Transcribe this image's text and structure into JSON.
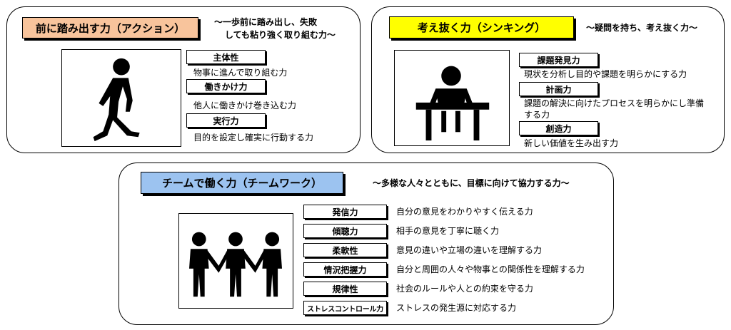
{
  "colors": {
    "action": "#f8c49c",
    "thinking": "#ffff00",
    "teamwork": "#9cc3f0"
  },
  "action": {
    "title": "前に踏み出す力（アクション）",
    "tagline_line1": "～一歩前に踏み出し、失敗",
    "tagline_line2": "しても粘り強く取り組む力～",
    "skills": [
      {
        "name": "主体性",
        "desc": "物事に進んで取り組む力"
      },
      {
        "name": "働きかけ力",
        "desc": "他人に働きかけ巻き込む力"
      },
      {
        "name": "実行力",
        "desc": "目的を設定し確実に行動する力"
      }
    ]
  },
  "thinking": {
    "title": "考え抜く力（シンキング）",
    "tagline": "～疑問を持ち、考え抜く力～",
    "skills": [
      {
        "name": "課題発見力",
        "desc": "現状を分析し目的や課題を明らかにする力"
      },
      {
        "name": "計画力",
        "desc_line1": "課題の解決に向けたプロセスを明らかにし準備",
        "desc_line2": "する力"
      },
      {
        "name": "創造力",
        "desc": "新しい価値を生み出す力"
      }
    ]
  },
  "teamwork": {
    "title": "チームで働く力（チームワーク）",
    "tagline": "～多様な人々とともに、目標に向けて協力する力～",
    "skills": [
      {
        "name": "発信力",
        "desc": "自分の意見をわかりやすく伝える力"
      },
      {
        "name": "傾聴力",
        "desc": "相手の意見を丁寧に聴く力"
      },
      {
        "name": "柔軟性",
        "desc": "意見の違いや立場の違いを理解する力"
      },
      {
        "name": "情況把握力",
        "desc": "自分と周囲の人々や物事との関係性を理解する力"
      },
      {
        "name": "規律性",
        "desc": "社会のルールや人との約束を守る力"
      },
      {
        "name": "ストレスコントロール力",
        "desc": "ストレスの発生源に対応する力"
      }
    ]
  },
  "icons": {
    "action": "walking-person-icon",
    "thinking": "person-at-desk-icon",
    "teamwork": "three-people-holding-hands-icon"
  }
}
